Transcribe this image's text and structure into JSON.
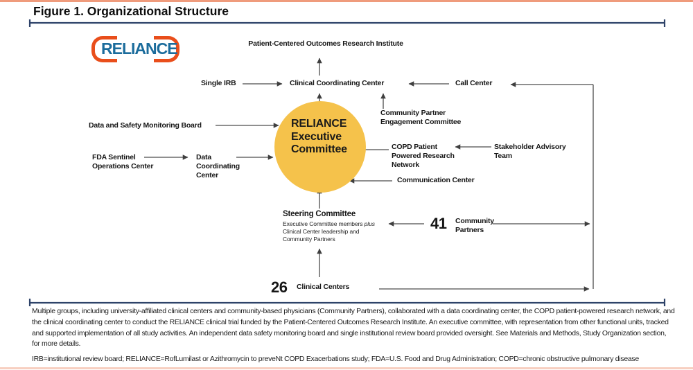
{
  "page": {
    "title": "Figure 1. Organizational Structure"
  },
  "logo": {
    "text": "RELIANCE"
  },
  "colors": {
    "circle_fill": "#f5c24b",
    "logo_orange": "#e94e1b",
    "logo_blue": "#1b6c9c",
    "frame_blue": "#2e4369",
    "top_border": "#ef9b7c",
    "bottom_border": "#f7cfc0",
    "arrow": "#4c4c4c"
  },
  "diagram": {
    "pcori": "Patient-Centered Outcomes Research Institute",
    "single_irb": "Single IRB",
    "clinical_coordinating_center": "Clinical Coordinating Center",
    "call_center": "Call Center",
    "community_partner_engagement": "Community Partner\nEngagement Committee",
    "dsmb": "Data and Safety Monitoring Board",
    "fda_sentinel": "FDA Sentinel\nOperations Center",
    "data_coordinating_center": "Data\nCoordinating\nCenter",
    "exec_committee": "RELIANCE\nExecutive\nCommittee",
    "copd_pprn": "COPD Patient\nPowered Research\nNetwork",
    "stakeholder_advisory": "Stakeholder Advisory\nTeam",
    "communication_center": "Communication Center",
    "steering": {
      "title": "Steering Committee",
      "sub_prefix": "Executive Committee members ",
      "sub_italic": "plus",
      "sub_rest": "\nClinical Center leadership and\nCommunity Partners"
    },
    "community_partners": {
      "count": "41",
      "label": "Community\nPartners"
    },
    "clinical_centers": {
      "count": "26",
      "label": "Clinical Centers"
    }
  },
  "caption": {
    "lines": [
      "Multiple groups, including university-affiliated clinical centers and community-based physicians (Community Partners), collaborated with a data coordinating center, the COPD patient-powered research network, and",
      "the clinical coordinating center to conduct the RELIANCE clinical trial funded by the Patient-Centered Outcomes Research Institute. An executive committee, with representation from other functional units, tracked",
      "and supported implementation of all study activities. An independent data safety monitoring board and single institutional review board provided oversight. See Materials and Methods, Study Organization section,",
      "for more details."
    ]
  },
  "abbreviations": "IRB=institutional review board; RELIANCE=RofLumilast or Azithromycin to preveNt COPD Exacerbations study; FDA=U.S. Food and Drug Administration; COPD=chronic obstructive pulmonary disease"
}
